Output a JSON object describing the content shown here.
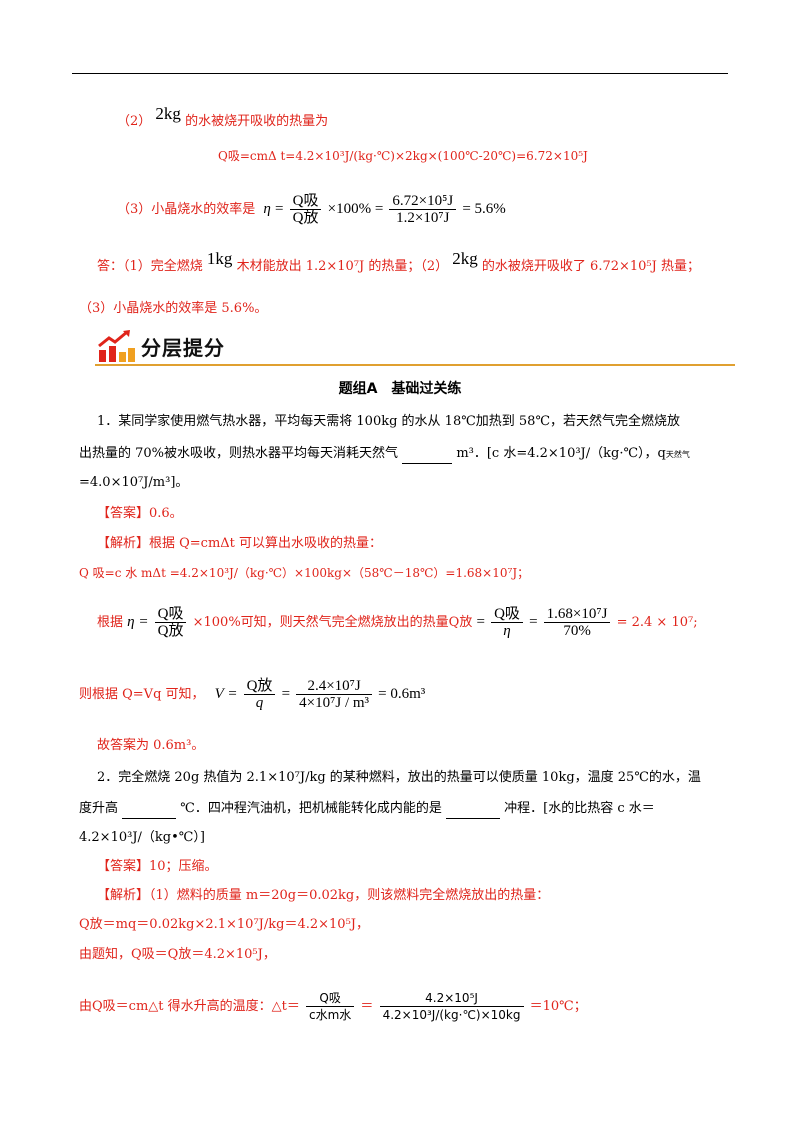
{
  "part2": {
    "label_pre": "（2）",
    "mass": "2kg",
    "label_post": "的水被烧开吸收的热量为",
    "formula": "Q吸=cmΔ t=4.2×10³J/(kg·℃)×2kg×(100℃-20℃)=6.72×10⁵J"
  },
  "part3": {
    "label": "（3）小晶烧水的效率是",
    "eta": "η",
    "num1": "Q吸",
    "den1": "Q放",
    "times": "×100% =",
    "num2": "6.72×10⁵J",
    "den2": "1.2×10⁷J",
    "result": "= 5.6%"
  },
  "answer": {
    "a1": "答：（1）完全燃烧",
    "m1": "1kg",
    "a2": "木材能放出 1.2×10⁷J 的热量；（2）",
    "m2": "2kg",
    "a3": "的水被烧开吸收了 6.72×10⁵J 热量；",
    "a4": "（3）小晶烧水的效率是 5.6%。"
  },
  "banner": {
    "title": "分层提分"
  },
  "section": {
    "title": "题组A　基础过关练"
  },
  "q1": {
    "line1": "1．某同学家使用燃气热水器，平均每天需将 100kg 的水从 18℃加热到 58℃，若天然气完全燃烧放",
    "line2a": "出热量的 70%被水吸收，则热水器平均每天消耗天然气",
    "line2b": "m³．[c 水=4.2×10³J/（kg·℃），q",
    "line2c": "天然气",
    "line3": "=4.0×10⁷J/m³]。",
    "answer": "【答案】0.6。",
    "analysis": "【解析】根据 Q=cmΔt 可以算出水吸收的热量：",
    "step1": "Q 吸=c 水 mΔt =4.2×10³J/（kg·℃）×100kg×（58℃－18℃）=1.68×10⁷J；",
    "step2_pre": "根据",
    "step2_eta": "η =",
    "step2_num": "Q吸",
    "step2_den": "Q放",
    "step2_mid": "×100%可知，则天然气完全燃烧放出的热量Q放",
    "step2_eq": "=",
    "step2_num2": "Q吸",
    "step2_den2": "η",
    "step2_eq2": "=",
    "step2_num3": "1.68×10⁷J",
    "step2_den3": "70%",
    "step2_res": "= 2.4 × 10⁷;",
    "step3_pre": "则根据 Q=Vq 可知，",
    "step3_v": "V =",
    "step3_num": "Q放",
    "step3_den": "q",
    "step3_eq": "=",
    "step3_num2": "2.4×10⁷J",
    "step3_den2": "4×10⁷J / m³",
    "step3_res": "= 0.6m³",
    "final": "故答案为 0.6m³。"
  },
  "q2": {
    "line1": "2．完全燃烧 20g 热值为 2.1×10⁷J/kg 的某种燃料，放出的热量可以使质量 10kg，温度 25℃的水，温",
    "line2a": "度升高",
    "line2b": "℃．四冲程汽油机，把机械能转化成内能的是",
    "line2c": "冲程．[水的比热容 c 水＝",
    "line3": "4.2×10³J/（kg•℃）]",
    "answer": "【答案】10；压缩。",
    "analysis": "【解析】（1）燃料的质量 m＝20g＝0.02kg，则该燃料完全燃烧放出的热量：",
    "step1": "Q放＝mq＝0.02kg×2.1×10⁷J/kg＝4.2×10⁵J，",
    "step2": "由题知，Q吸＝Q放＝4.2×10⁵J，",
    "step3_pre": "由Q吸＝cm△t 得水升高的温度：△t＝",
    "step3_num": "Q吸",
    "step3_den": "c水m水",
    "step3_eq": "＝",
    "step3_num2": "4.2×10⁵J",
    "step3_den2": "4.2×10³J/(kg·℃)×10kg",
    "step3_res": "＝10℃；"
  }
}
